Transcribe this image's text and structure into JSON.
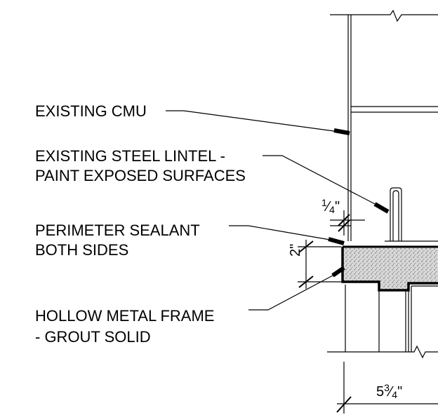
{
  "labels": {
    "existing_cmu": "EXISTING CMU",
    "steel_lintel_line1": "EXISTING STEEL LINTEL -",
    "steel_lintel_line2": "PAINT EXPOSED SURFACES",
    "sealant_line1": "PERIMETER SEALANT",
    "sealant_line2": "BOTH SIDES",
    "frame_line1": "HOLLOW METAL FRAME",
    "frame_line2": "- GROUT SOLID"
  },
  "dimensions": {
    "gap": {
      "numerator": "1",
      "denominator": "4",
      "unit": "\""
    },
    "depth": {
      "value": "2",
      "unit": "\""
    },
    "width": {
      "whole": "5",
      "numerator": "3",
      "denominator": "4",
      "unit": "\""
    }
  },
  "colors": {
    "ink": "#000000",
    "background": "#ffffff",
    "grout_fill": "#d8d8d8"
  }
}
